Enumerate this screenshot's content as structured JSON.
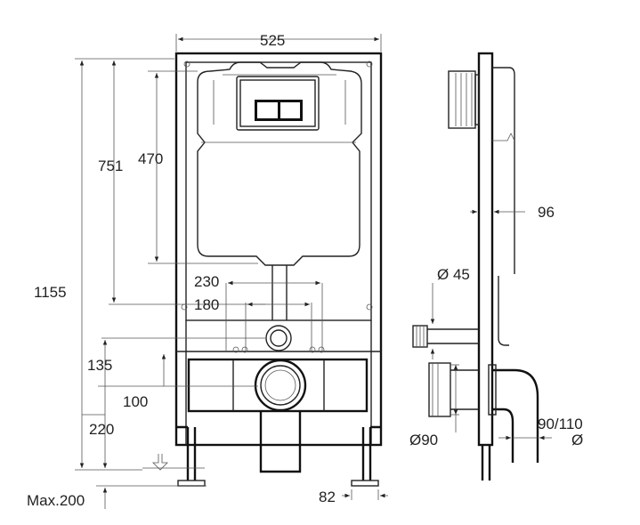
{
  "dimensions": {
    "width_top": "525",
    "height_751": "751",
    "height_470": "470",
    "height_1155": "1155",
    "spacing_230": "230",
    "spacing_180": "180",
    "height_135": "135",
    "height_100": "100",
    "height_220": "220",
    "max_200": "Max.200",
    "foot_82": "82",
    "depth_96": "96",
    "diam_45": "Ø 45",
    "diam_90": "Ø90",
    "diam_90_110_a": "90/110",
    "diam_90_110_b": "Ø"
  },
  "colors": {
    "line": "#222222",
    "background": "#ffffff"
  }
}
